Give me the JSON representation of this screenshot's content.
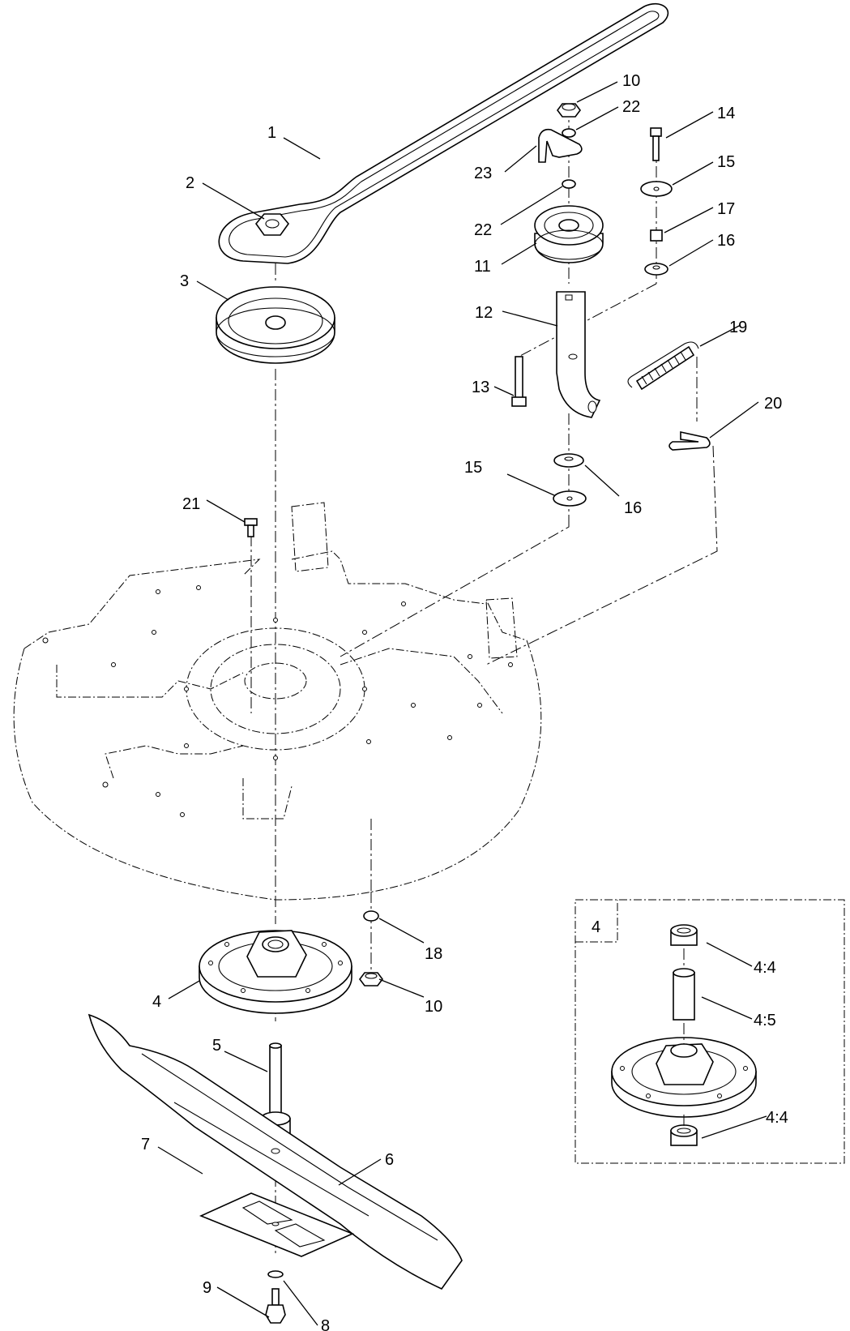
{
  "callouts": {
    "c1": "1",
    "c2": "2",
    "c3": "3",
    "c4": "4",
    "c5": "5",
    "c6": "6",
    "c7": "7",
    "c8": "8",
    "c9": "9",
    "c10a": "10",
    "c10b": "10",
    "c11": "11",
    "c12": "12",
    "c13": "13",
    "c14": "14",
    "c15a": "15",
    "c15b": "15",
    "c16a": "16",
    "c16b": "16",
    "c17": "17",
    "c18": "18",
    "c19": "19",
    "c20": "20",
    "c21": "21",
    "c22a": "22",
    "c22b": "22",
    "c23": "23"
  },
  "detail": {
    "box_label": "4",
    "c44a": "4:4",
    "c45": "4:5",
    "c44b": "4:4"
  }
}
